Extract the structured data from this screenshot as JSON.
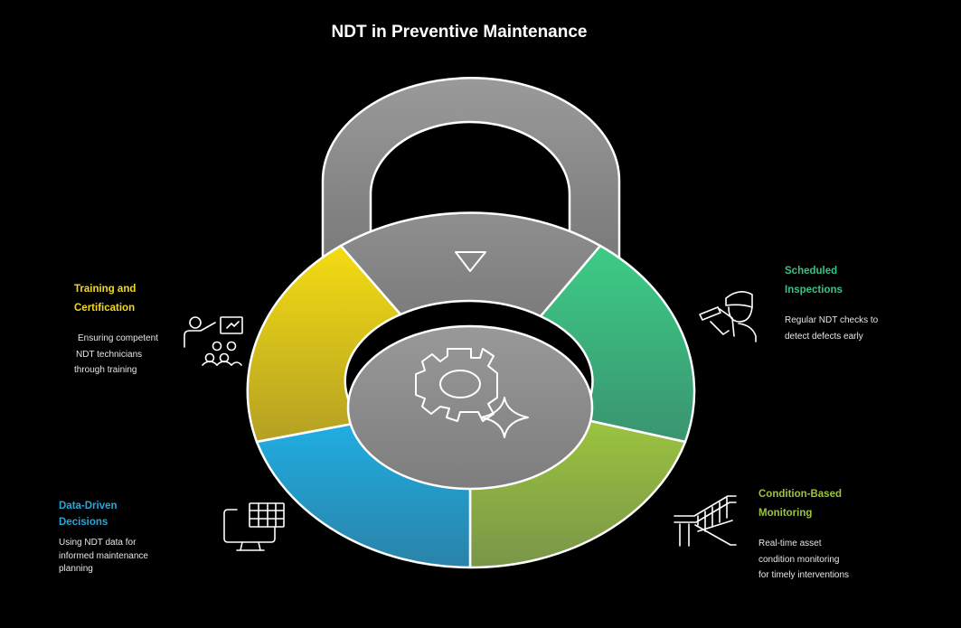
{
  "title": "NDT in Preventive Maintenance",
  "colors": {
    "background": "#000000",
    "training": "#f2d91e",
    "inspections": "#3cc184",
    "monitoring": "#9cc43e",
    "decisions": "#22a9dc",
    "lock_gray": "#8a8a8a"
  },
  "sections": {
    "training": {
      "heading": [
        "Training and",
        "Certification"
      ],
      "description": [
        "Ensuring competent",
        "NDT technicians",
        "through training"
      ],
      "icon": "training-presentation-icon"
    },
    "inspections": {
      "heading": [
        "Scheduled",
        "Inspections"
      ],
      "description": [
        "Regular NDT checks to",
        "detect defects early"
      ],
      "icon": "inspector-icon"
    },
    "monitoring": {
      "heading": [
        "Condition-Based",
        "Monitoring"
      ],
      "description": [
        "Real-time asset",
        "condition monitoring",
        "for timely interventions"
      ],
      "icon": "escalator-icon"
    },
    "decisions": {
      "heading": [
        "Data-Driven",
        "Decisions"
      ],
      "description": [
        "Using NDT data for",
        "informed maintenance",
        "planning"
      ],
      "icon": "monitor-table-icon"
    }
  },
  "center_icon": "gear-sparkle-icon",
  "top_icon": "triangle-down-icon"
}
